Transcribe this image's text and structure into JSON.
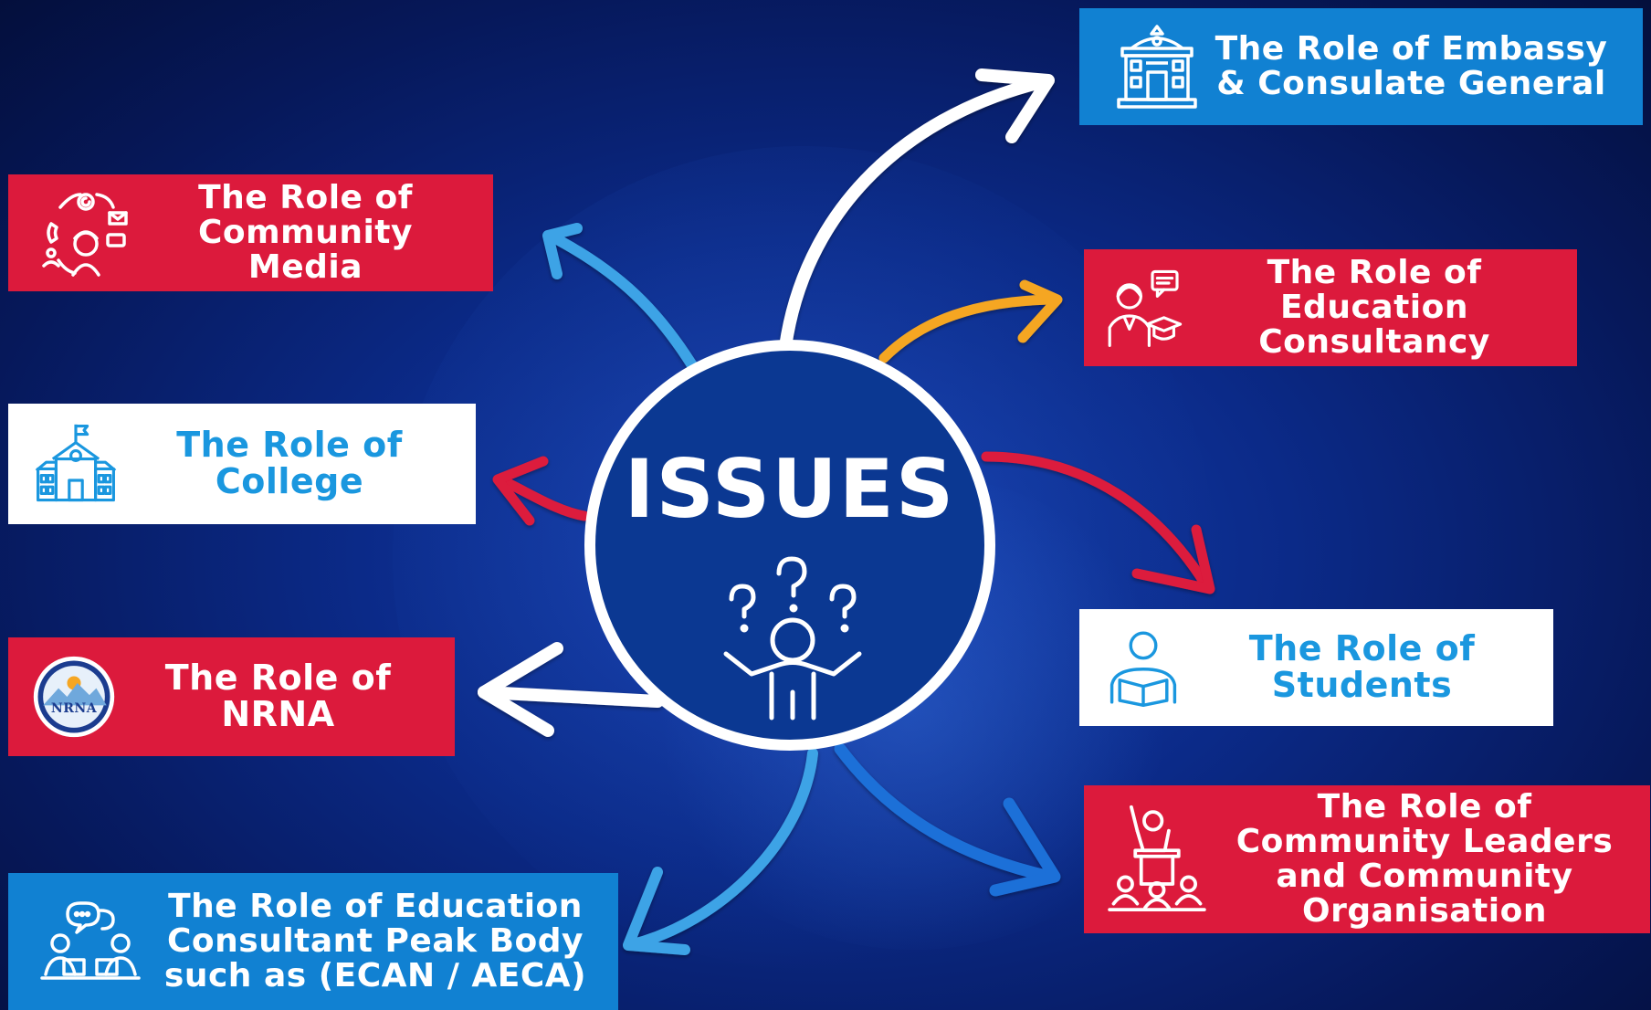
{
  "center": {
    "title": "ISSUES",
    "icon": "confused-person-icon"
  },
  "boxes": {
    "embassy": {
      "label": "The Role of Embassy & Consulate General",
      "icon": "embassy-building-icon"
    },
    "community_media": {
      "label": "The Role of Community Media",
      "icon": "community-media-icon"
    },
    "education_consultancy": {
      "label": "The Role of Education Consultancy",
      "icon": "consultant-graduation-icon"
    },
    "college": {
      "label": "The Role of College",
      "icon": "school-building-icon"
    },
    "students": {
      "label": "The Role of Students",
      "icon": "student-reading-icon"
    },
    "nrna": {
      "label": "The Role of NRNA",
      "icon": "nrna-logo"
    },
    "community_leaders": {
      "label": "The Role of Community Leaders and Community Organisation",
      "icon": "speaker-podium-icon"
    },
    "peak_body": {
      "label": "The Role of Education Consultant Peak Body such as (ECAN / AECA)",
      "icon": "meeting-people-icon"
    }
  },
  "nrna_logo_text": "NRNA",
  "colors": {
    "red": "#dc1a3c",
    "blue": "#1181d2",
    "white": "#ffffff",
    "center_fill": "#0b3892",
    "background": "#0b2a88",
    "arrow_orange": "#f5a623",
    "arrow_lightblue": "#3ea3e6",
    "arrow_red": "#dc1a3c",
    "arrow_white": "#ffffff",
    "arrow_blue": "#1f6fd8"
  }
}
